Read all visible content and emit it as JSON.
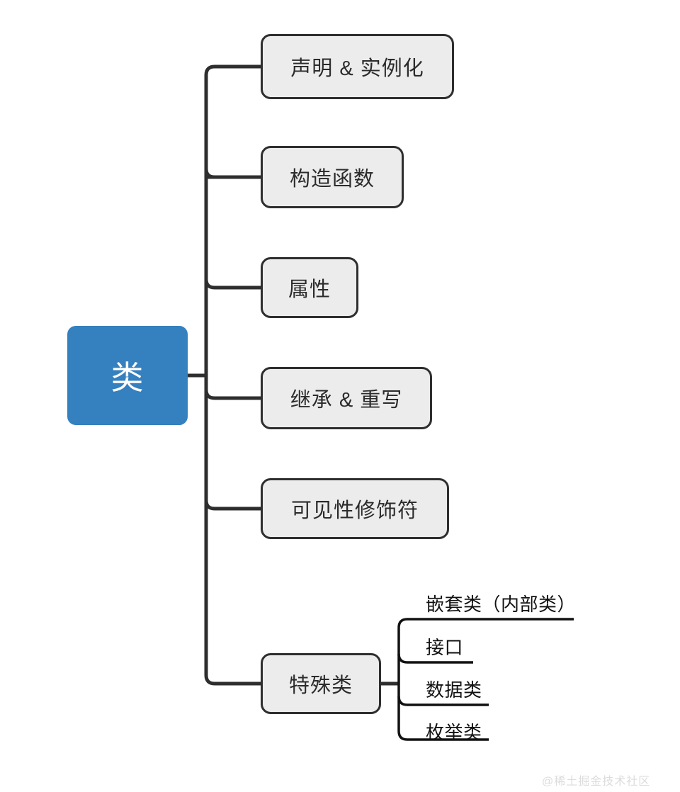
{
  "diagram": {
    "type": "mind-map",
    "orientation": "left-to-right",
    "root": {
      "label": "类",
      "color": "#3580bf",
      "text_color": "#ffffff"
    },
    "branch_style": {
      "fill": "#ececec",
      "border": "#2e2e2e",
      "text_color": "#2b2b2b"
    },
    "branches": [
      {
        "label": "声明 & 实例化"
      },
      {
        "label": "构造函数"
      },
      {
        "label": "属性"
      },
      {
        "label": "继承 & 重写"
      },
      {
        "label": "可见性修饰符"
      },
      {
        "label": "特殊类",
        "children": [
          {
            "label": "嵌套类（内部类）"
          },
          {
            "label": "接口"
          },
          {
            "label": "数据类"
          },
          {
            "label": "枚举类"
          }
        ]
      }
    ]
  },
  "watermark": {
    "text": "@稀土掘金技术社区"
  }
}
